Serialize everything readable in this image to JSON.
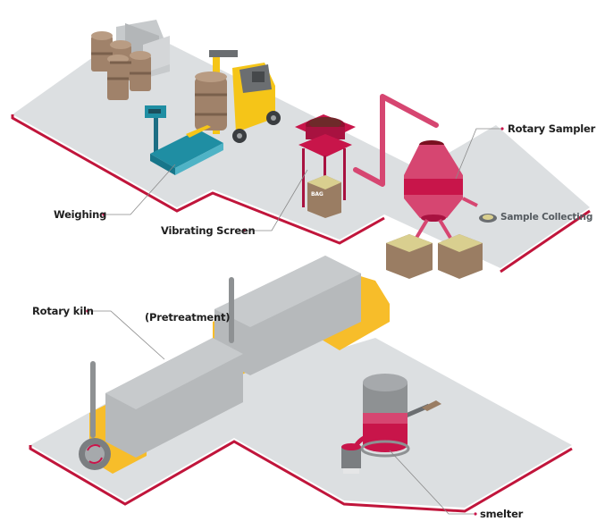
{
  "diagram": {
    "title": "Process flow: Weighing, Sampling, Pretreatment, Smelting",
    "colors": {
      "floor": "#dcdfe1",
      "floor_edge": "#c0153b",
      "accent_red": "#c8154a",
      "pink": "#d64671",
      "yellow": "#f7bd2a",
      "teal": "#1f8ea3",
      "barrel": "#a0826a",
      "box": "#9a7d63",
      "grey": "#a6a9ac",
      "leader_line": "#888888"
    },
    "labels": {
      "weighing": "Weighing",
      "vibrating_screen": "Vibrating Screen",
      "rotary_sampler": "Rotary Sampler",
      "sample_collecting": "Sample Collecting",
      "rotary_kiln": "Rotary kiln",
      "pretreatment": "(Pretreatment)",
      "smelter": "smelter",
      "bag": "BAG"
    },
    "stages": [
      {
        "id": "weighing",
        "icon": "scale-icon"
      },
      {
        "id": "vibrating_screen",
        "icon": "sieve-icon"
      },
      {
        "id": "rotary_sampler",
        "icon": "sampler-icon"
      },
      {
        "id": "sample_collecting",
        "icon": "sample-dish-icon"
      },
      {
        "id": "rotary_kiln",
        "icon": "kiln-icon"
      },
      {
        "id": "smelter",
        "icon": "furnace-icon"
      }
    ]
  }
}
